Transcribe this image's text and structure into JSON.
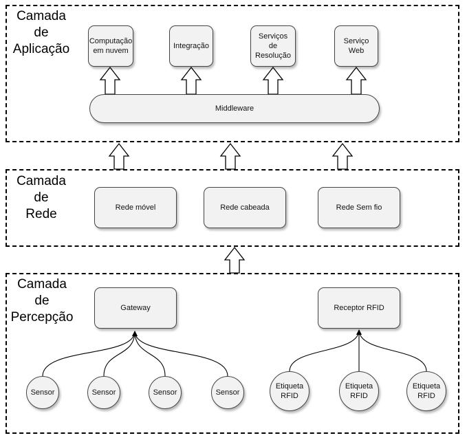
{
  "layers": {
    "application": {
      "title": "Camada\nde\nAplicação",
      "services": [
        "Computação\nem nuvem",
        "Integração",
        "Serviços\nde\nResolução",
        "Serviço\nWeb"
      ],
      "middleware": "Middleware"
    },
    "network": {
      "title": "Camada\nde\nRede",
      "nodes": [
        "Rede móvel",
        "Rede cabeada",
        "Rede Sem fio"
      ]
    },
    "perception": {
      "title": "Camada\nde\nPercepção",
      "gateway": "Gateway",
      "rfid_receiver": "Receptor RFID",
      "sensors": [
        "Sensor",
        "Sensor",
        "Sensor",
        "Sensor"
      ],
      "tags": [
        "Etiqueta\nRFID",
        "Etiqueta\nRFID",
        "Etiqueta\nRFID"
      ]
    }
  }
}
